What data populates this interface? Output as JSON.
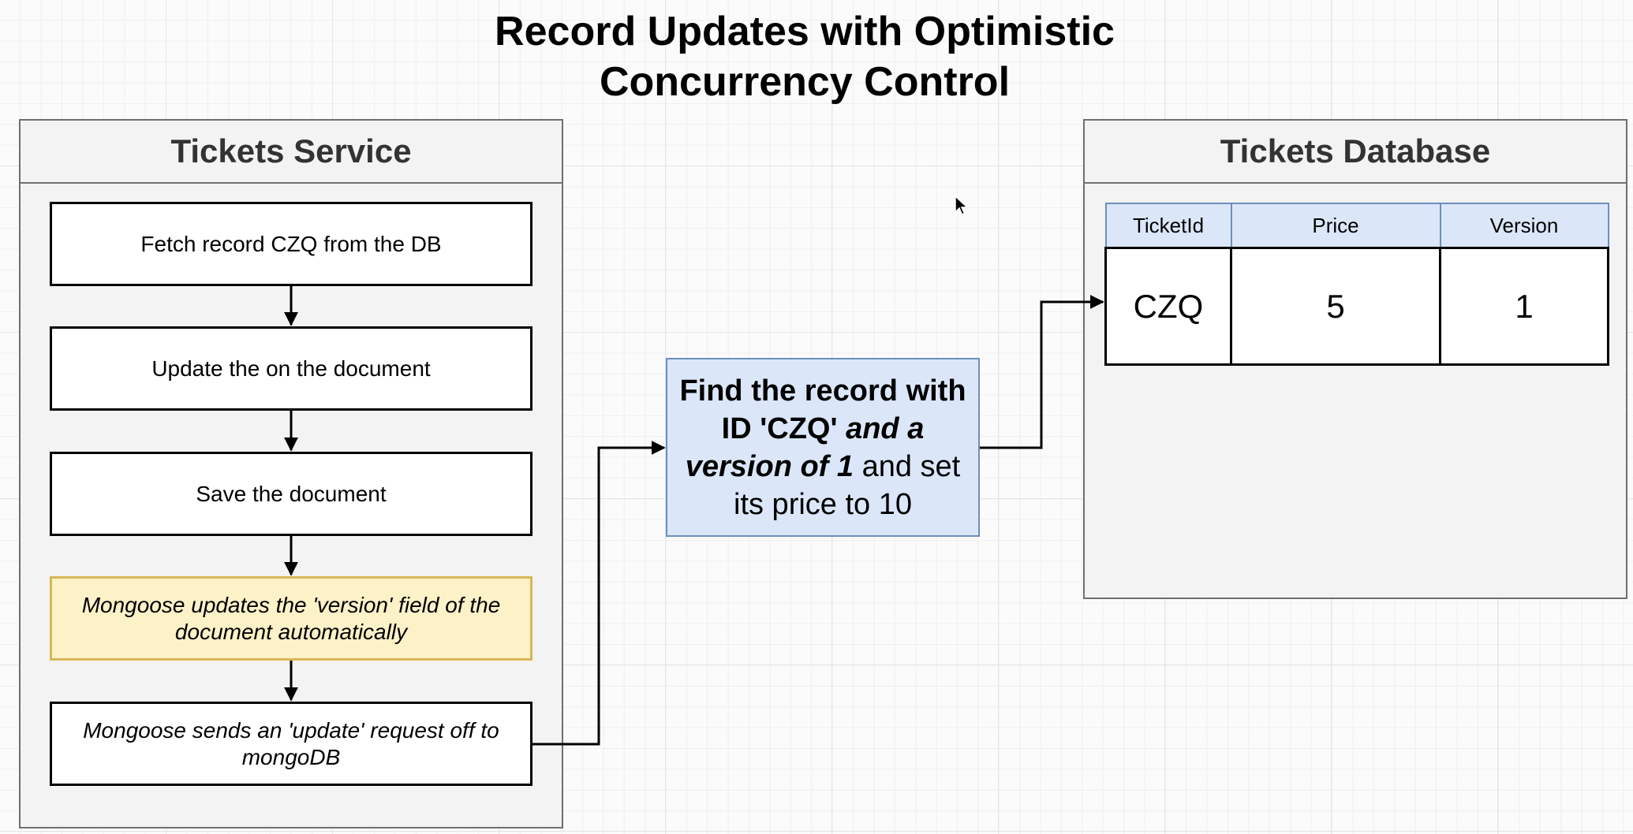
{
  "title": {
    "line1": "Record Updates with Optimistic",
    "line2": "Concurrency Control"
  },
  "service": {
    "heading": "Tickets Service",
    "steps": [
      "Fetch record CZQ from the DB",
      "Update the on the document",
      "Save the document",
      "Mongoose updates the 'version' field of the document automatically",
      "Mongoose sends an 'update' request off to mongoDB"
    ]
  },
  "query": {
    "part1": "Find the record with ID 'CZQ' ",
    "part2": "and a version of 1",
    "part3": " and set its price to 10"
  },
  "database": {
    "heading": "Tickets Database",
    "columns": [
      "TicketId",
      "Price",
      "Version"
    ],
    "rows": [
      [
        "CZQ",
        "5",
        "1"
      ]
    ]
  },
  "icons": {
    "cursor": "mouse-pointer-icon"
  },
  "colors": {
    "query_fill": "#dbe7f8",
    "query_border": "#6c8ebf",
    "note_fill": "#fdf1c8",
    "note_border": "#d8b657",
    "panel_fill": "#f3f3f3"
  }
}
